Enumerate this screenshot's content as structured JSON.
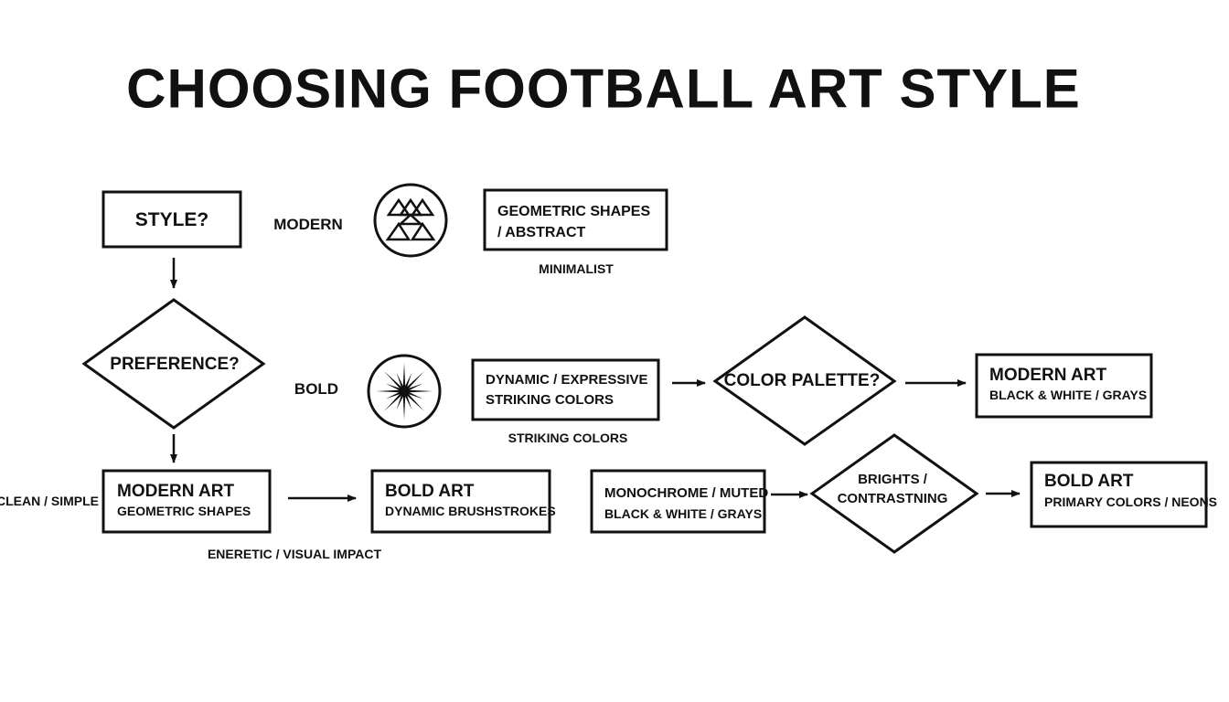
{
  "title": "CHOOSING FOOTBALL ART STYLE",
  "nodes": {
    "style": "STYLE?",
    "preference": "PREFERENCE?",
    "modern_label": "MODERN",
    "bold_label": "BOLD",
    "geometric": {
      "line1": "GEOMETRIC SHAPES",
      "line2": "/ ABSTRACT"
    },
    "minimalist": "MINIMALIST",
    "dynamic": {
      "line1": "DYNAMIC / EXPRESSIVE",
      "line2": "STRIKING COLORS"
    },
    "striking_colors": "STRIKING COLORS",
    "color_palette": "COLOR PALETTE?",
    "modern_art_top": {
      "title": "MODERN ART",
      "sub": "BLACK & WHITE / GRAYS"
    },
    "clean_simple": "CLEAN / SIMPLE",
    "modern_art_bottom": {
      "title": "MODERN ART",
      "sub": "GEOMETRIC SHAPES"
    },
    "bold_art_mid": {
      "title": "BOLD ART",
      "sub": "DYNAMIC BRUSHSTROKES"
    },
    "energetic": "ENERETIC / VISUAL IMPACT",
    "monochrome": {
      "line1": "MONOCHROME / MUTED",
      "line2": "BLACK & WHITE / GRAYS"
    },
    "brights": {
      "line1": "BRIGHTS /",
      "line2": "CONTRASTNING"
    },
    "bold_art_right": {
      "title": "BOLD ART",
      "sub": "PRIMARY COLORS / NEONS"
    }
  },
  "icons": {
    "modern": "triangles-in-circle-icon",
    "bold": "starburst-in-circle-icon"
  },
  "colors": {
    "stroke": "#111111",
    "background": "#ffffff"
  }
}
